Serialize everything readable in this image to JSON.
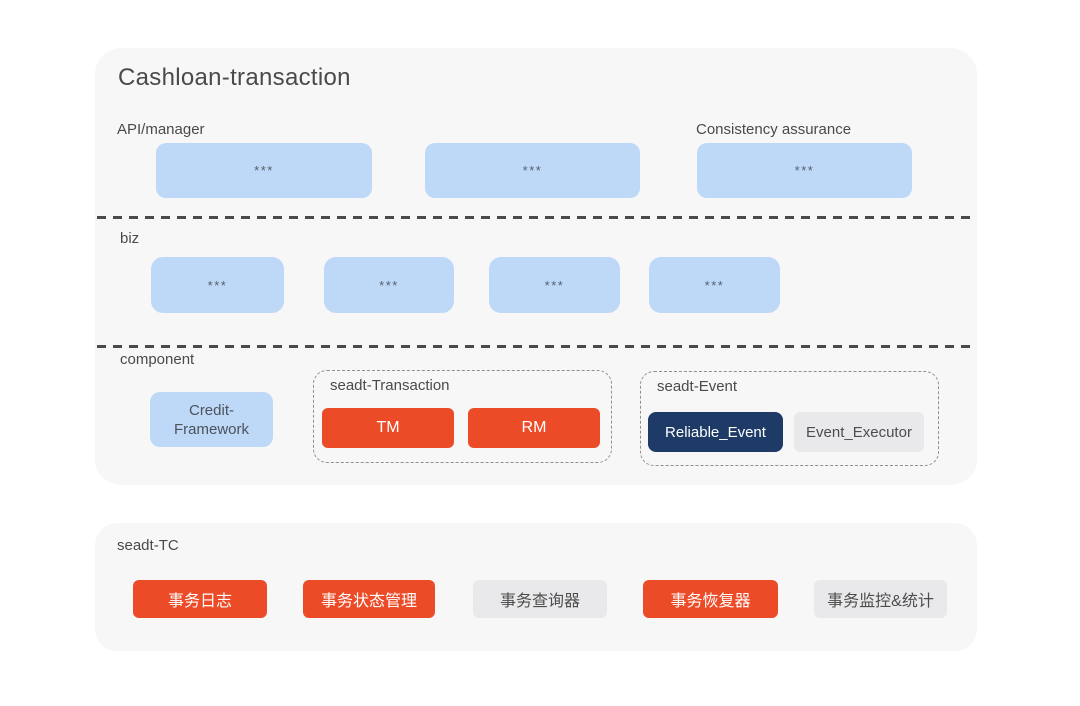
{
  "colors": {
    "page_bg": "#ffffff",
    "panel_bg": "#f7f7f8",
    "blue_box": "#bed9f7",
    "red": "#ec4b27",
    "navy": "#1e3a66",
    "gray_button": "#e9e9eb",
    "label_text": "#4a4a4a",
    "separator": "#4a4a4a"
  },
  "main": {
    "title": "Cashloan-transaction",
    "api": {
      "label": "API/manager",
      "consistency_label": "Consistency assurance",
      "boxes": [
        "***",
        "***",
        "***"
      ]
    },
    "biz": {
      "label": "biz",
      "boxes": [
        "***",
        "***",
        "***",
        "***"
      ]
    },
    "component": {
      "label": "component",
      "credit_framework": "Credit-Framework",
      "transaction_group": {
        "label": "seadt-Transaction",
        "tm": "TM",
        "rm": "RM"
      },
      "event_group": {
        "label": "seadt-Event",
        "reliable_event": "Reliable_Event",
        "event_executor": "Event_Executor"
      }
    }
  },
  "tc": {
    "label": "seadt-TC",
    "buttons": [
      {
        "label": "事务日志",
        "variant": "red"
      },
      {
        "label": "事务状态管理",
        "variant": "red"
      },
      {
        "label": "事务查询器",
        "variant": "gray"
      },
      {
        "label": "事务恢复器",
        "variant": "red"
      },
      {
        "label": "事务监控&统计",
        "variant": "gray"
      }
    ]
  }
}
